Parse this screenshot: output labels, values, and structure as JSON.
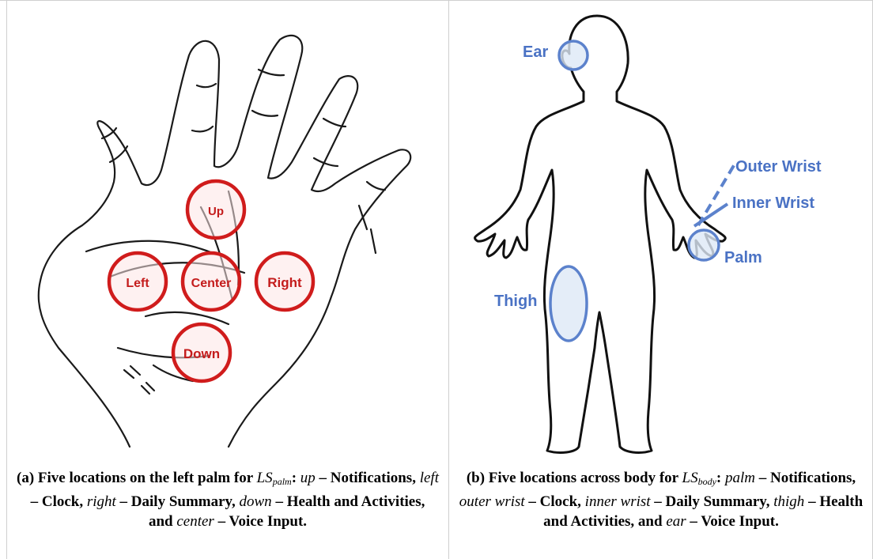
{
  "panel_a": {
    "locations": {
      "up": "Up",
      "left": "Left",
      "center": "Center",
      "right": "Right",
      "down": "Down"
    },
    "caption": {
      "prefix": "(a) Five locations on the left palm for ",
      "ls_main": "LS",
      "ls_sub": "palm",
      "colon": ": ",
      "k_up": "up",
      "v_up": " – Notifications, ",
      "k_left": "left",
      "v_left": " – Clock, ",
      "k_right": "right",
      "v_right": " – Daily Summary, ",
      "k_down": "down",
      "v_down": " – Health and Activities, and ",
      "k_center": "center",
      "v_center": " – Voice Input."
    }
  },
  "panel_b": {
    "locations": {
      "ear": "Ear",
      "outer_wrist": "Outer Wrist",
      "inner_wrist": "Inner Wrist",
      "palm": "Palm",
      "thigh": "Thigh"
    },
    "caption": {
      "prefix": "(b) Five locations across body for ",
      "ls_main": "LS",
      "ls_sub": "body",
      "colon": ": ",
      "k_palm": "palm",
      "v_palm": " – Notifications, ",
      "k_outer": "outer wrist",
      "v_outer": " – Clock, ",
      "k_inner": "inner wrist",
      "v_inner": " – Daily Summary, ",
      "k_thigh": "thigh",
      "v_thigh": " – Health and Activities, and ",
      "k_ear": "ear",
      "v_ear": " – Voice Input."
    }
  },
  "colors": {
    "red_stroke": "#d01c1c",
    "red_fill": "#fde6e6",
    "blue_stroke": "#5c82cc",
    "blue_fill": "#dde8f6",
    "sketch": "#1a1a1a"
  }
}
